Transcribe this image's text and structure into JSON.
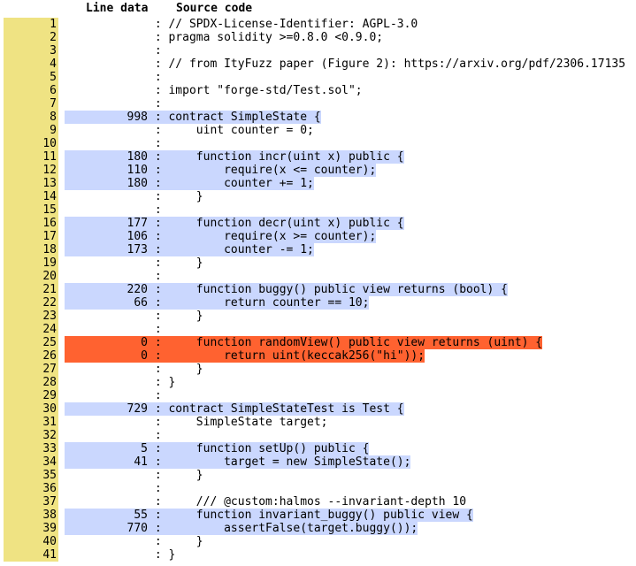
{
  "header": {
    "line_data": "Line data",
    "source_code": "Source code"
  },
  "colors": {
    "line_number_bg": "#efe383",
    "hit": "#cad7fe",
    "miss": "#ff6230"
  },
  "lines": [
    {
      "n": "1",
      "c": null,
      "s": "// SPDX-License-Identifier: AGPL-3.0"
    },
    {
      "n": "2",
      "c": null,
      "s": "pragma solidity >=0.8.0 <0.9.0;"
    },
    {
      "n": "3",
      "c": null,
      "s": ""
    },
    {
      "n": "4",
      "c": null,
      "s": "// from ItyFuzz paper (Figure 2): https://arxiv.org/pdf/2306.17135"
    },
    {
      "n": "5",
      "c": null,
      "s": ""
    },
    {
      "n": "6",
      "c": null,
      "s": "import \"forge-std/Test.sol\";"
    },
    {
      "n": "7",
      "c": null,
      "s": ""
    },
    {
      "n": "8",
      "c": "998",
      "s": "contract SimpleState {"
    },
    {
      "n": "9",
      "c": null,
      "s": "    uint counter = 0;"
    },
    {
      "n": "10",
      "c": null,
      "s": ""
    },
    {
      "n": "11",
      "c": "180",
      "s": "    function incr(uint x) public {"
    },
    {
      "n": "12",
      "c": "110",
      "s": "        require(x <= counter);"
    },
    {
      "n": "13",
      "c": "180",
      "s": "        counter += 1;"
    },
    {
      "n": "14",
      "c": null,
      "s": "    }"
    },
    {
      "n": "15",
      "c": null,
      "s": ""
    },
    {
      "n": "16",
      "c": "177",
      "s": "    function decr(uint x) public {"
    },
    {
      "n": "17",
      "c": "106",
      "s": "        require(x >= counter);"
    },
    {
      "n": "18",
      "c": "173",
      "s": "        counter -= 1;"
    },
    {
      "n": "19",
      "c": null,
      "s": "    }"
    },
    {
      "n": "20",
      "c": null,
      "s": ""
    },
    {
      "n": "21",
      "c": "220",
      "s": "    function buggy() public view returns (bool) {"
    },
    {
      "n": "22",
      "c": "66",
      "s": "        return counter == 10;"
    },
    {
      "n": "23",
      "c": null,
      "s": "    }"
    },
    {
      "n": "24",
      "c": null,
      "s": ""
    },
    {
      "n": "25",
      "c": "0",
      "s": "    function randomView() public view returns (uint) {"
    },
    {
      "n": "26",
      "c": "0",
      "s": "        return uint(keccak256(\"hi\"));"
    },
    {
      "n": "27",
      "c": null,
      "s": "    }"
    },
    {
      "n": "28",
      "c": null,
      "s": "}"
    },
    {
      "n": "29",
      "c": null,
      "s": ""
    },
    {
      "n": "30",
      "c": "729",
      "s": "contract SimpleStateTest is Test {"
    },
    {
      "n": "31",
      "c": null,
      "s": "    SimpleState target;"
    },
    {
      "n": "32",
      "c": null,
      "s": ""
    },
    {
      "n": "33",
      "c": "5",
      "s": "    function setUp() public {"
    },
    {
      "n": "34",
      "c": "41",
      "s": "        target = new SimpleState();"
    },
    {
      "n": "35",
      "c": null,
      "s": "    }"
    },
    {
      "n": "36",
      "c": null,
      "s": ""
    },
    {
      "n": "37",
      "c": null,
      "s": "    /// @custom:halmos --invariant-depth 10"
    },
    {
      "n": "38",
      "c": "55",
      "s": "    function invariant_buggy() public view {"
    },
    {
      "n": "39",
      "c": "770",
      "s": "        assertFalse(target.buggy());"
    },
    {
      "n": "40",
      "c": null,
      "s": "    }"
    },
    {
      "n": "41",
      "c": null,
      "s": "}"
    }
  ]
}
